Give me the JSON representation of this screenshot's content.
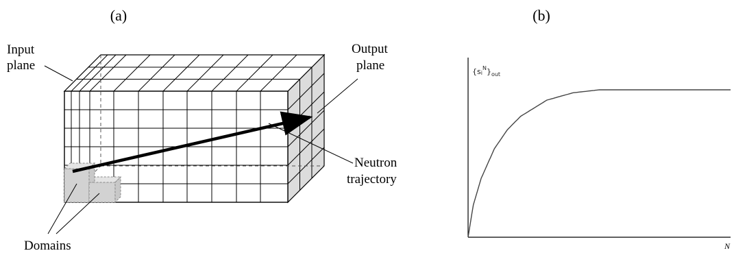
{
  "panel_a": {
    "label": "(a)",
    "input_plane": [
      "Input",
      "plane"
    ],
    "output_plane": [
      "Output",
      "plane"
    ],
    "neutron_trajectory": [
      "Neutron",
      "trajectory"
    ],
    "domains": "Domains"
  },
  "panel_b": {
    "label": "(b)",
    "y_label_base": "{s",
    "y_label_sub": "i",
    "y_label_sup": "N",
    "y_label_close": "}",
    "y_label_out": "out",
    "x_label": "N"
  },
  "colors": {
    "line": "#000000",
    "shade": "#dcdcdc",
    "dash": "#555555",
    "curve": "#444444"
  },
  "chart_data": {
    "type": "line",
    "title": "",
    "xlabel": "N",
    "ylabel": "{s_i^N}_out",
    "description_shape": "monotonic rise saturating to a plateau",
    "series": [
      {
        "x": [
          0,
          0.02,
          0.05,
          0.1,
          0.15,
          0.2,
          0.3,
          0.4,
          0.5,
          0.6,
          0.7,
          0.8,
          0.9,
          1.0
        ],
        "values": [
          0,
          0.22,
          0.4,
          0.6,
          0.73,
          0.82,
          0.93,
          0.98,
          1.0,
          1.0,
          1.0,
          1.0,
          1.0,
          1.0
        ]
      }
    ]
  }
}
